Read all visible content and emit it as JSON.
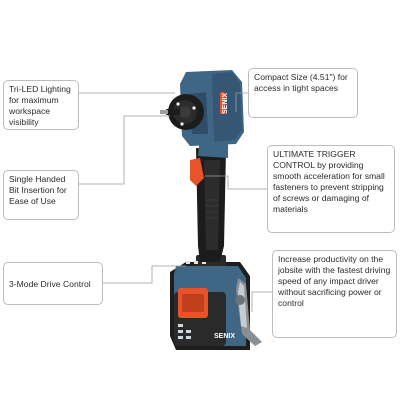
{
  "callouts": {
    "tri_led": "Tri-LED Lighting for maximum workspace visibility",
    "single_hand": "Single Handed Bit Insertion for Ease of Use",
    "drive_mode": "3-Mode Drive Control",
    "compact": "Compact Size (4.51\") for access in tight spaces",
    "trigger": "ULTIMATE TRIGGER CONTROL by providing smooth acceleration for small fasteners to prevent stripping of screws or damaging of materials",
    "productivity": "Increase productivity on the jobsite with the fastest driving speed of any impact driver without sacrificing power or control"
  },
  "product": {
    "brand_head": "SENIX",
    "brand_battery": "SENIX"
  },
  "colors": {
    "tool_blue": "#3f6685",
    "tool_black": "#1c1c1c",
    "accent_orange": "#e8532a",
    "line_gray": "#9e9e9e",
    "box_border": "#bdbdbd"
  }
}
